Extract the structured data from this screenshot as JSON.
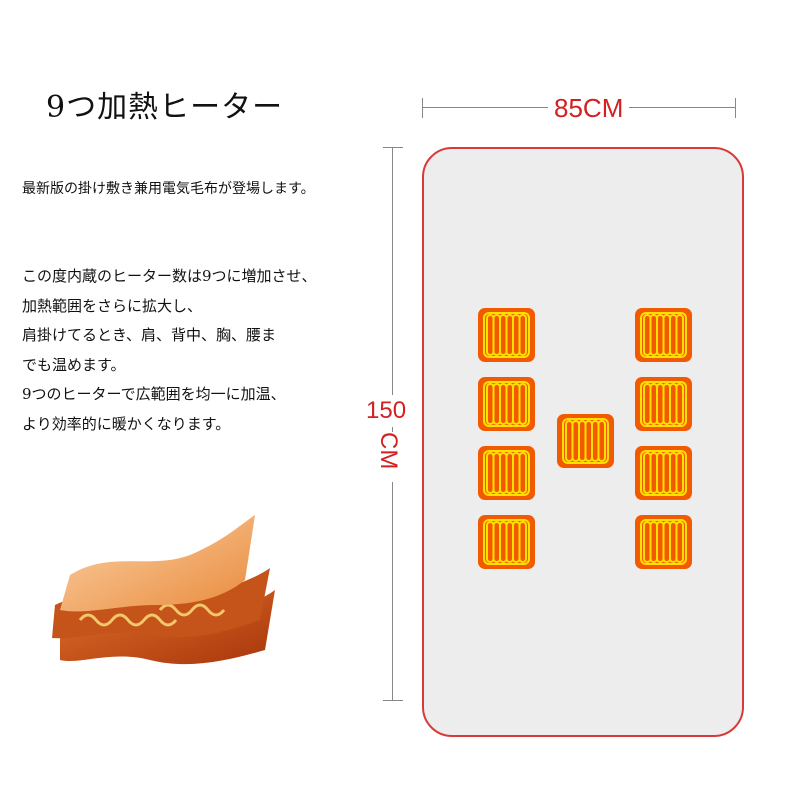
{
  "title": "9つ加熱ヒーター",
  "lead": "最新版の掛け敷き兼用電気毛布が登場します。",
  "body_lines": [
    "この度内蔵のヒーター数は9つに増加させ、",
    "加熱範囲をさらに拡大し、",
    "肩掛けてるとき、肩、背中、胸、腰ま",
    "でも温めます。",
    "9つのヒーターで広範囲を均一に加温、",
    "より効率的に暖かくなります。"
  ],
  "dimensions": {
    "width_label": "85CM",
    "length_number": "150",
    "length_unit": "CM"
  },
  "heater_count": 9,
  "colors": {
    "accent": "#d42020",
    "pad": "#f25a00",
    "coil": "#ffe000",
    "blanket": "#ededed"
  }
}
